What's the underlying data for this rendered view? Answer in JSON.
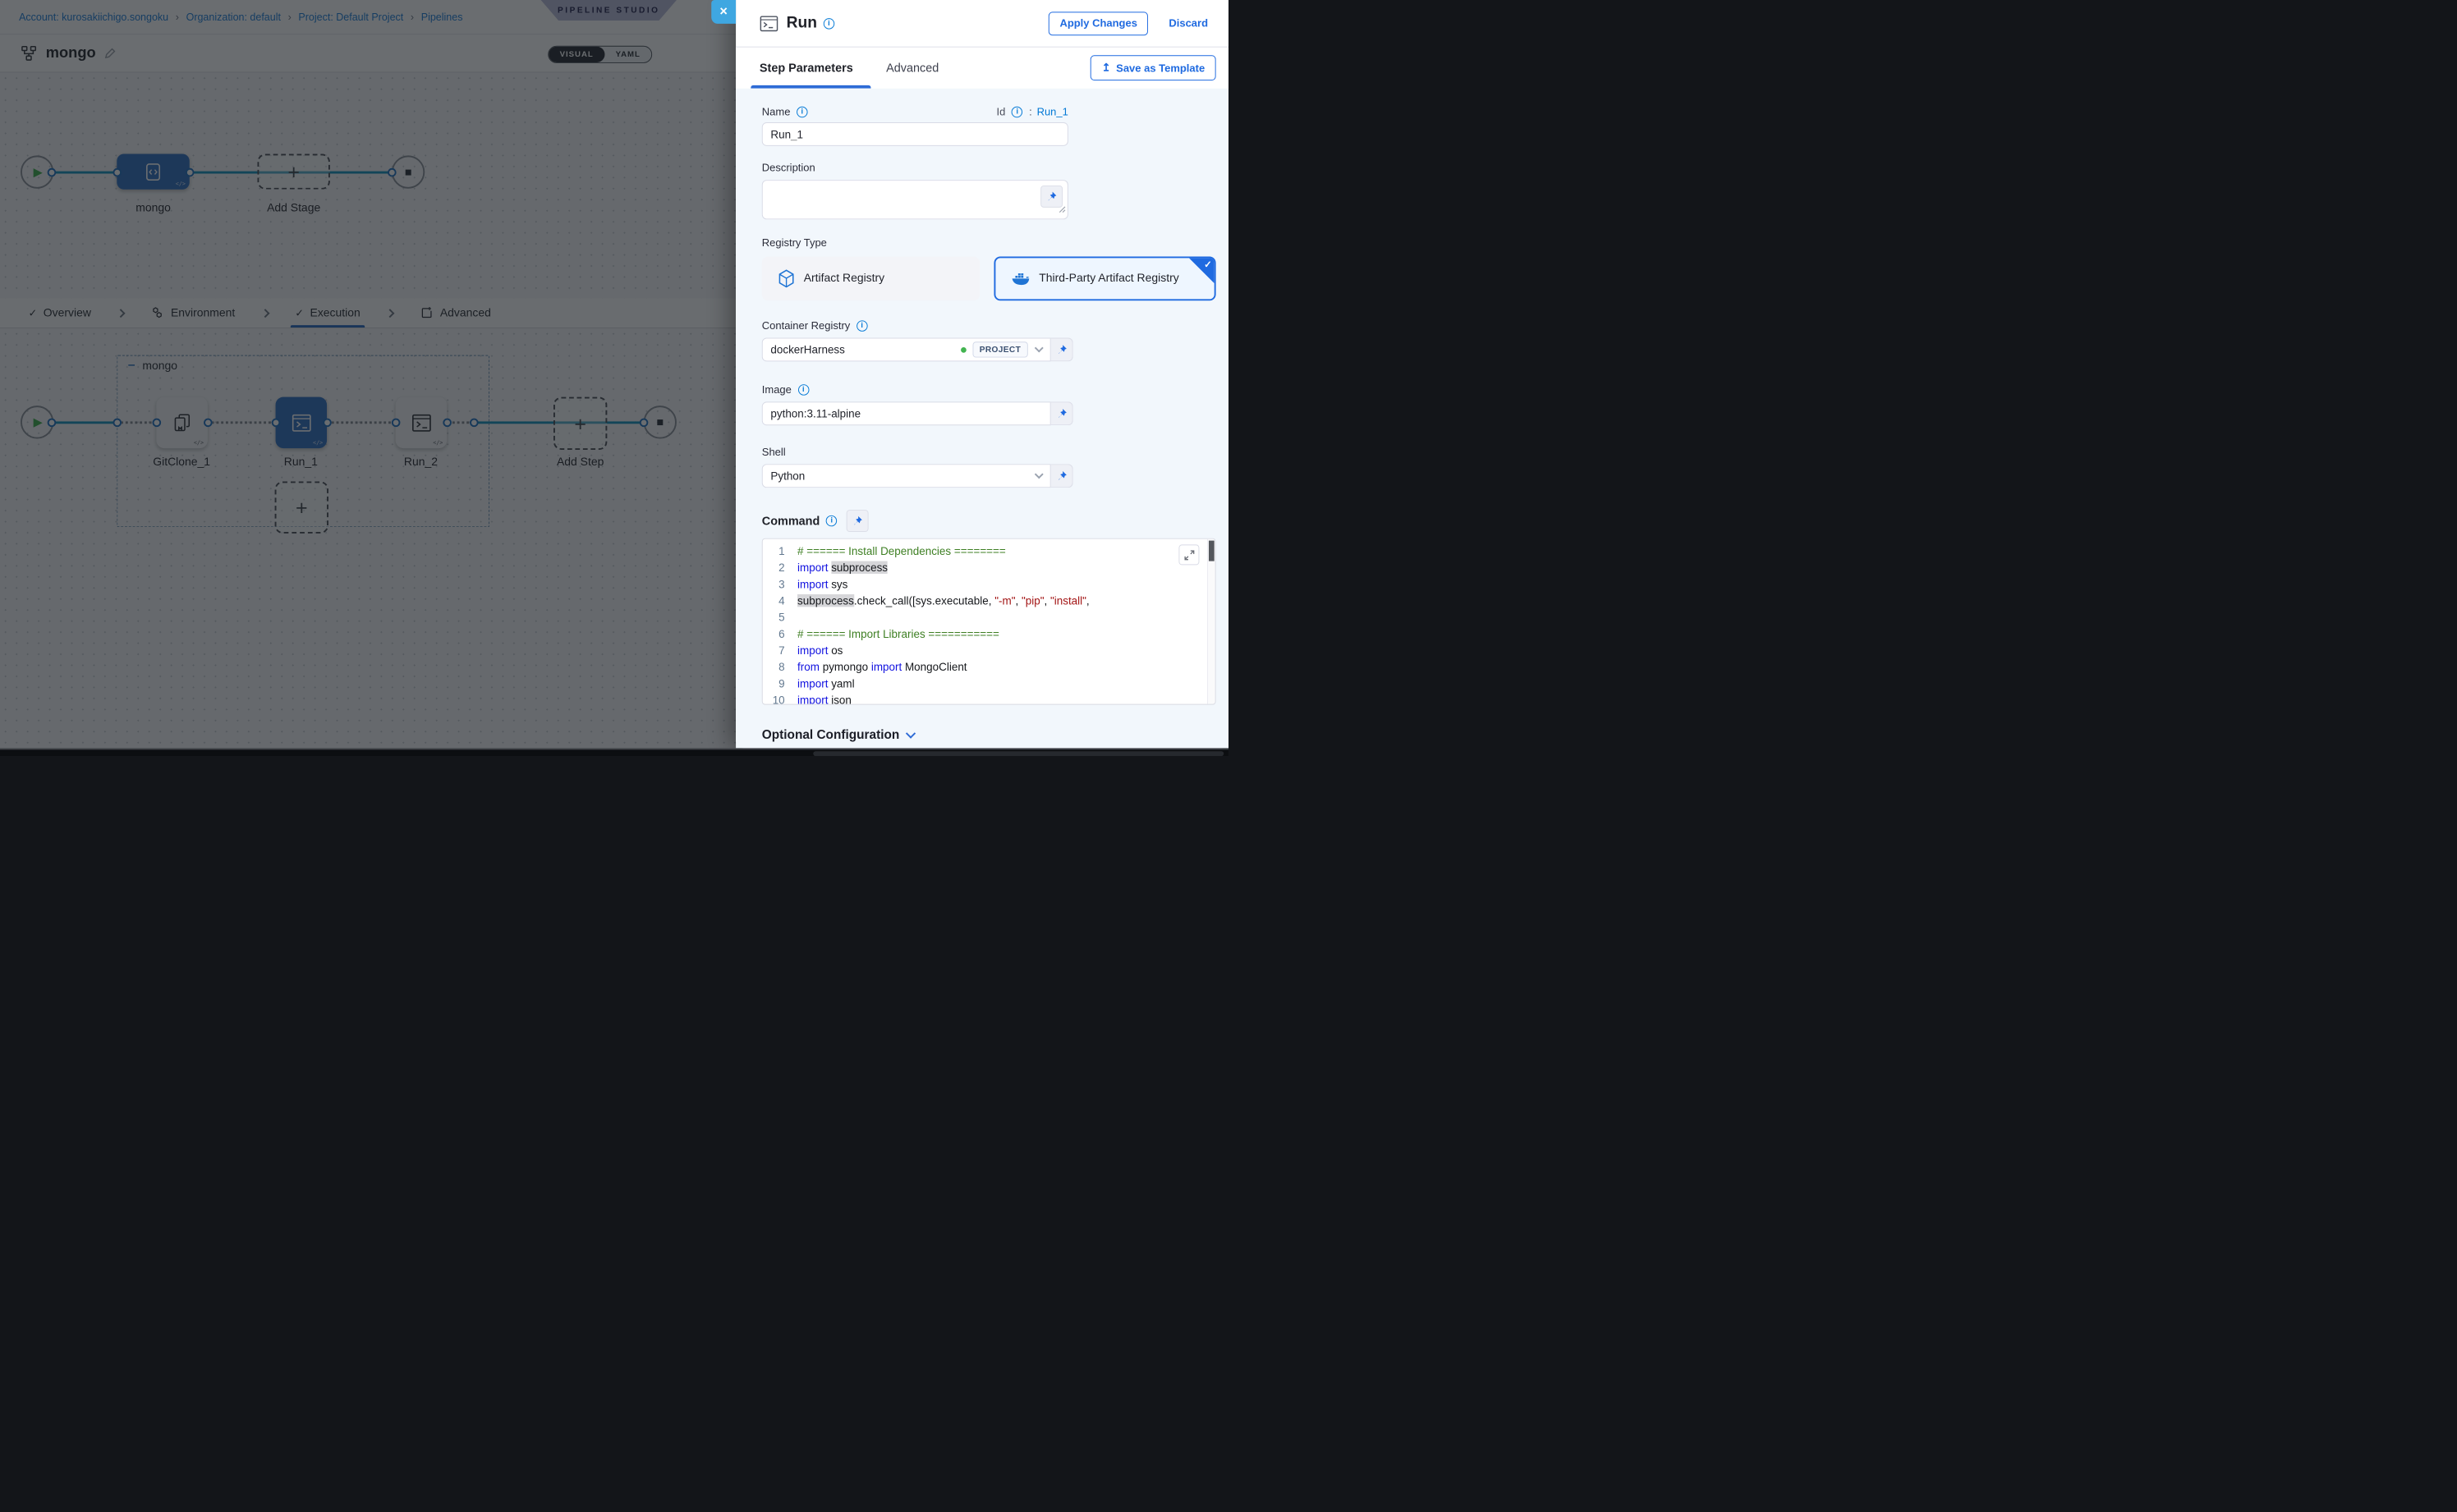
{
  "icons": {
    "close": "×",
    "play": "▶",
    "stop": "■",
    "plus": "+",
    "minus": "−",
    "check": "✓",
    "breadcrumb_sep": "›",
    "save_template_arrow": "↥",
    "code_badge": "</>"
  },
  "breadcrumb": {
    "items": [
      "Account: kurosakiichigo.songoku",
      "Organization: default",
      "Project: Default Project",
      "Pipelines"
    ]
  },
  "studio_badge": "PIPELINE STUDIO",
  "header": {
    "pipeline_name": "mongo",
    "view_toggle": {
      "visual": "VISUAL",
      "yaml": "YAML"
    }
  },
  "pipeline_canvas": {
    "stage_name": "mongo",
    "add_stage_label": "Add Stage"
  },
  "stage_tabs": {
    "items": [
      {
        "label": "Overview"
      },
      {
        "label": "Environment"
      },
      {
        "label": "Execution"
      },
      {
        "label": "Advanced"
      }
    ]
  },
  "execution_canvas": {
    "group_label": "mongo",
    "steps": [
      {
        "label": "GitClone_1"
      },
      {
        "label": "Run_1"
      },
      {
        "label": "Run_2"
      }
    ],
    "add_step_label": "Add Step"
  },
  "panel": {
    "title": "Run",
    "apply_button": "Apply Changes",
    "discard_button": "Discard",
    "tabs": [
      {
        "label": "Step Parameters"
      },
      {
        "label": "Advanced"
      }
    ],
    "save_as_template": "Save as Template",
    "fields": {
      "name": {
        "label": "Name",
        "value": "Run_1"
      },
      "id": {
        "label": "Id",
        "separator": ":",
        "value": "Run_1"
      },
      "description": {
        "label": "Description",
        "value": ""
      },
      "registry_type": {
        "label": "Registry Type",
        "options": [
          {
            "label": "Artifact Registry",
            "selected": false
          },
          {
            "label": "Third-Party Artifact Registry",
            "selected": true
          }
        ]
      },
      "container_registry": {
        "label": "Container Registry",
        "value": "dockerHarness",
        "scope_badge": "PROJECT"
      },
      "image": {
        "label": "Image",
        "value": "python:3.11-alpine"
      },
      "shell": {
        "label": "Shell",
        "value": "Python"
      },
      "command": {
        "label": "Command"
      }
    },
    "command_editor": {
      "lines": [
        {
          "number": 1,
          "tokens": [
            {
              "c": "cm",
              "t": "# ====== Install Dependencies ========"
            }
          ]
        },
        {
          "number": 2,
          "tokens": [
            {
              "c": "kw",
              "t": "import"
            },
            {
              "c": "pl",
              "t": " "
            },
            {
              "c": "hl",
              "t": "subprocess"
            }
          ]
        },
        {
          "number": 3,
          "tokens": [
            {
              "c": "kw",
              "t": "import"
            },
            {
              "c": "pl",
              "t": " sys"
            }
          ]
        },
        {
          "number": 4,
          "tokens": [
            {
              "c": "hl",
              "t": "subprocess"
            },
            {
              "c": "pl",
              "t": ".check_call([sys.executable, "
            },
            {
              "c": "str",
              "t": "\"-m\""
            },
            {
              "c": "pl",
              "t": ", "
            },
            {
              "c": "str",
              "t": "\"pip\""
            },
            {
              "c": "pl",
              "t": ", "
            },
            {
              "c": "str",
              "t": "\"install\""
            },
            {
              "c": "pl",
              "t": ","
            }
          ]
        },
        {
          "number": 5,
          "tokens": []
        },
        {
          "number": 6,
          "tokens": [
            {
              "c": "cm",
              "t": "# ====== Import Libraries ==========="
            }
          ]
        },
        {
          "number": 7,
          "tokens": [
            {
              "c": "kw",
              "t": "import"
            },
            {
              "c": "pl",
              "t": " os"
            }
          ]
        },
        {
          "number": 8,
          "tokens": [
            {
              "c": "kw",
              "t": "from"
            },
            {
              "c": "pl",
              "t": " pymongo "
            },
            {
              "c": "kw",
              "t": "import"
            },
            {
              "c": "pl",
              "t": " MongoClient"
            }
          ]
        },
        {
          "number": 9,
          "tokens": [
            {
              "c": "kw",
              "t": "import"
            },
            {
              "c": "pl",
              "t": " yaml"
            }
          ]
        },
        {
          "number": 10,
          "tokens": [
            {
              "c": "kw",
              "t": "import"
            },
            {
              "c": "pl",
              "t": " json"
            }
          ]
        }
      ]
    },
    "optional_configuration": "Optional Configuration"
  }
}
